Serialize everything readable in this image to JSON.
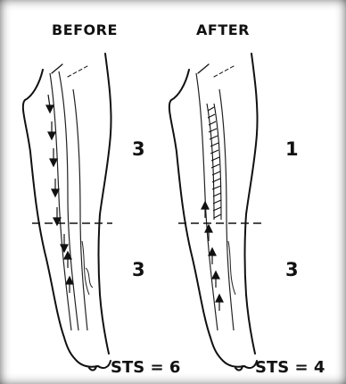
{
  "panels": {
    "before": {
      "title": "BEFORE",
      "upper_score": "3",
      "lower_score": "3",
      "sts": "STS = 6"
    },
    "after": {
      "title": "AFTER",
      "upper_score": "1",
      "lower_score": "3",
      "sts": "STS = 4"
    }
  },
  "colors": {
    "ink": "#111111",
    "background": "#ffffff"
  },
  "icons": [
    "leg-outline",
    "vein-arrow-down",
    "vein-arrow-up",
    "ablated-vein-segment"
  ]
}
